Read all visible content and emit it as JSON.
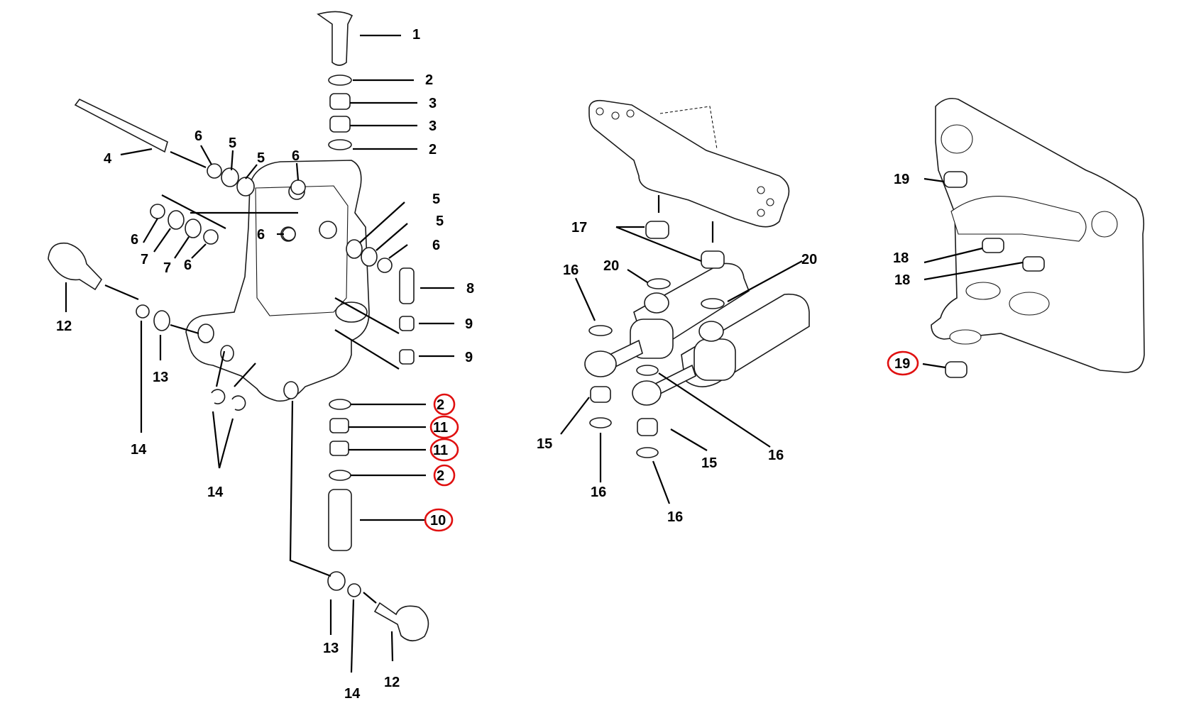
{
  "callouts": {
    "c1": "1",
    "c2a": "2",
    "c3a": "3",
    "c3b": "3",
    "c2b": "2",
    "c4": "4",
    "c6a": "6",
    "c5a": "5",
    "c5b": "5",
    "c6b": "6",
    "c6c": "6",
    "c7a": "7",
    "c7b": "7",
    "c6d": "6",
    "c6e": "6",
    "c5c": "5",
    "c5d": "5",
    "c6f": "6",
    "c8": "8",
    "c9a": "9",
    "c9b": "9",
    "c12a": "12",
    "c13a": "13",
    "c14a": "14",
    "c14b": "14",
    "c2c": "2",
    "c11a": "11",
    "c11b": "11",
    "c2d": "2",
    "c10": "10",
    "c13b": "13",
    "c14c": "14",
    "c12b": "12",
    "c17": "17",
    "c20a": "20",
    "c20b": "20",
    "c16a": "16",
    "c16b": "16",
    "c15a": "15",
    "c16c": "16",
    "c15b": "15",
    "c16d": "16",
    "c19a": "19",
    "c18a": "18",
    "c18b": "18",
    "c19b": "19"
  },
  "highlight_color": "#e01010"
}
